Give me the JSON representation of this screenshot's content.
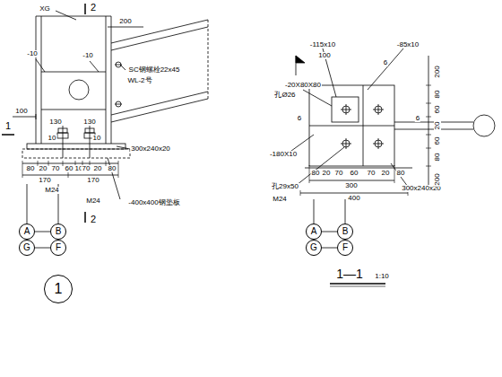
{
  "diagram": {
    "nodes": [
      {
        "text": [
          "A"
        ]
      },
      {
        "text": [
          "B"
        ]
      },
      {
        "text": [
          "G"
        ]
      },
      {
        "text": [
          "F"
        ]
      },
      {
        "text": [
          "A"
        ]
      },
      {
        "text": [
          "B"
        ]
      },
      {
        "text": [
          "G"
        ]
      },
      {
        "text": [
          "F"
        ]
      },
      {
        "text": [
          "1"
        ]
      }
    ],
    "edges": [
      {
        "from": 0,
        "to": 1,
        "arrow": "none"
      },
      {
        "from": 2,
        "to": 3,
        "arrow": "none"
      },
      {
        "from": 4,
        "to": 5,
        "arrow": "none"
      },
      {
        "from": 6,
        "to": 7,
        "arrow": "none"
      }
    ],
    "labels": [
      "XG",
      "2",
      "200",
      "-10",
      "-10",
      "SC钢螺栓22x45",
      "WL-2号",
      "1",
      "100",
      "130",
      "130",
      "10",
      "10",
      "300x240x20",
      "80",
      "20",
      "70",
      "60",
      "10",
      "70",
      "20",
      "80",
      "170",
      "170",
      "M24",
      "M24",
      "-400x400钢垫板",
      "2",
      "-115x10",
      "100",
      "-85x10",
      "-20X80X80",
      "孔Ø26",
      "6",
      "6",
      "6",
      "-180X10",
      "孔29x50",
      "M24",
      "300x240x20",
      "80",
      "20",
      "70",
      "60",
      "70",
      "20",
      "80",
      "300",
      "400",
      "200",
      "80",
      "60",
      "20",
      "60",
      "80",
      "200",
      "1—1",
      "1:10"
    ]
  }
}
